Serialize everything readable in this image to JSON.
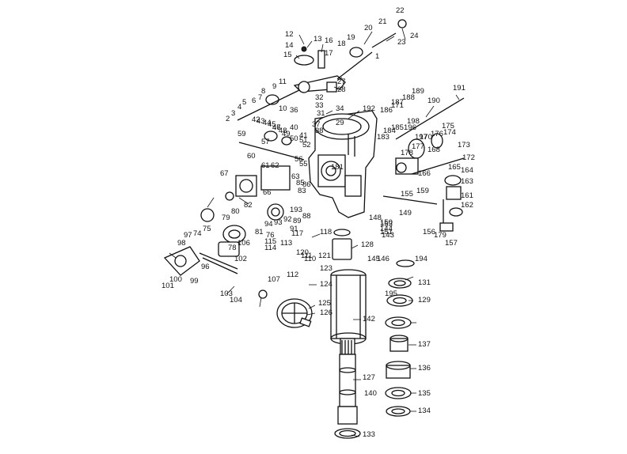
{
  "diagram": {
    "callouts": [
      "1",
      "2",
      "3",
      "4",
      "5",
      "6",
      "7",
      "8",
      "9",
      "10",
      "11",
      "12",
      "13",
      "14",
      "15",
      "16",
      "17",
      "18",
      "19",
      "20",
      "21",
      "22",
      "23",
      "24",
      "27",
      "28",
      "29",
      "31",
      "32",
      "33",
      "34",
      "36",
      "37",
      "38",
      "40",
      "41",
      "42",
      "43",
      "44",
      "45",
      "46",
      "47",
      "48",
      "49",
      "50",
      "51",
      "52",
      "55",
      "56",
      "57",
      "59",
      "60",
      "61",
      "62",
      "63",
      "66",
      "67",
      "74",
      "75",
      "76",
      "78",
      "79",
      "80",
      "81",
      "82",
      "83",
      "85",
      "86",
      "88",
      "89",
      "91",
      "92",
      "93",
      "94",
      "96",
      "97",
      "98",
      "99",
      "100",
      "101",
      "102",
      "103",
      "104",
      "106",
      "107",
      "110",
      "111",
      "112",
      "113",
      "114",
      "115",
      "117",
      "118",
      "120",
      "121",
      "123",
      "124",
      "125",
      "126",
      "127",
      "128",
      "129",
      "131",
      "133",
      "134",
      "135",
      "136",
      "137",
      "140",
      "142",
      "143",
      "144",
      "145",
      "146",
      "148",
      "149",
      "150",
      "151",
      "153",
      "155",
      "156",
      "157",
      "159",
      "161",
      "162",
      "163",
      "164",
      "165",
      "166",
      "168",
      "170",
      "171",
      "172",
      "173",
      "174",
      "175",
      "176",
      "177",
      "178",
      "179",
      "181",
      "183",
      "184",
      "185",
      "186",
      "187",
      "188",
      "189",
      "190",
      "191",
      "192",
      "193",
      "194",
      "195",
      "196",
      "197",
      "198"
    ]
  }
}
